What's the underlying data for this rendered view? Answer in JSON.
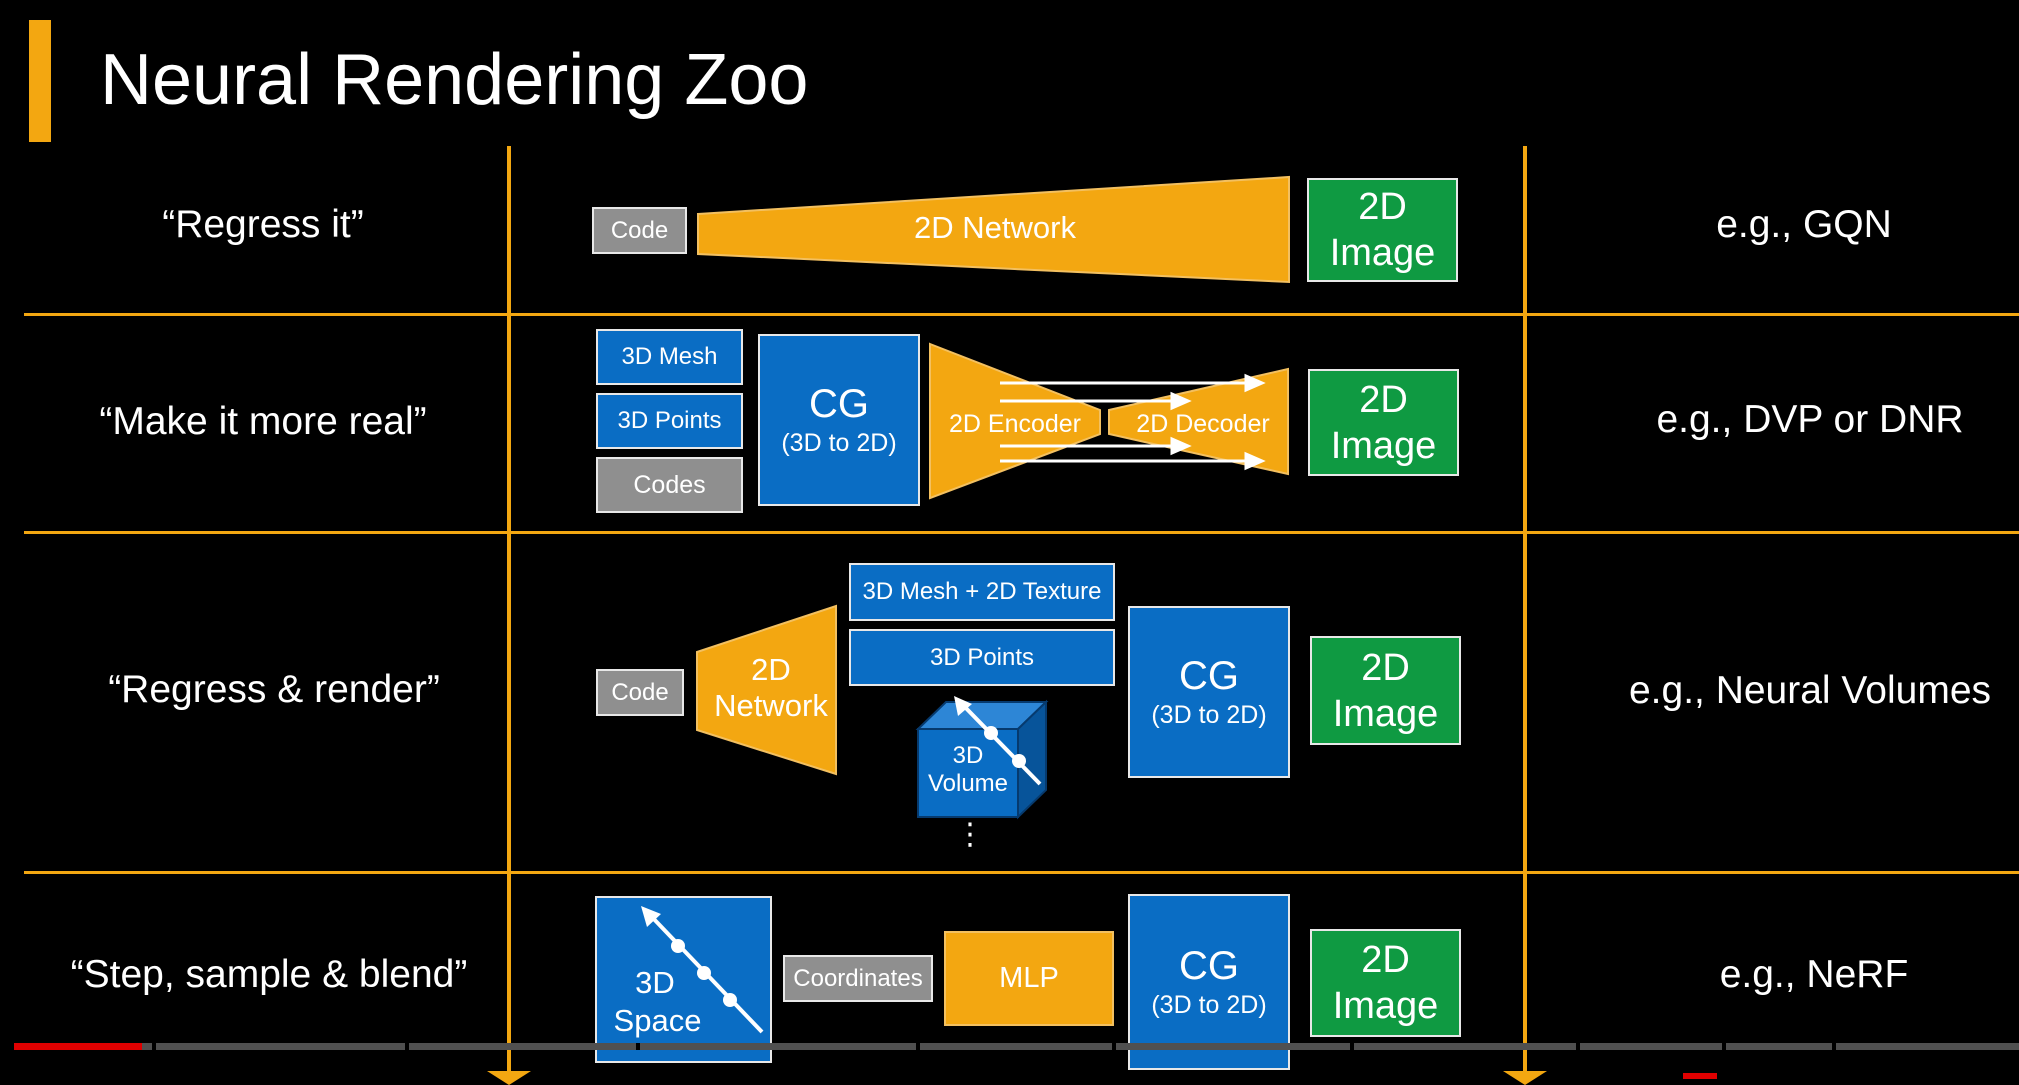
{
  "title": "Neural Rendering Zoo",
  "colors": {
    "accent": "#f3a711",
    "blue": "#0a6dc4",
    "green": "#0f9a42",
    "gray": "#8f8f8f",
    "progress": "#e00000"
  },
  "rows": [
    {
      "label": "“Regress it”",
      "example": "e.g., GQN",
      "code": "Code",
      "network": "2D Network",
      "image": [
        "2D",
        "Image"
      ]
    },
    {
      "label": "“Make it more real”",
      "example": "e.g., DVP or DNR",
      "inputs": [
        "3D Mesh",
        "3D Points",
        "Codes"
      ],
      "cg": [
        "CG",
        "(3D to 2D)"
      ],
      "encoder": "2D Encoder",
      "decoder": "2D Decoder",
      "image": [
        "2D",
        "Image"
      ]
    },
    {
      "label": "“Regress & render”",
      "example": "e.g., Neural Volumes",
      "code": "Code",
      "network": [
        "2D",
        "Network"
      ],
      "outputs": [
        "3D Mesh + 2D Texture",
        "3D Points"
      ],
      "volume": [
        "3D",
        "Volume"
      ],
      "ellipsis": "⋮",
      "cg": [
        "CG",
        "(3D to 2D)"
      ],
      "image": [
        "2D",
        "Image"
      ]
    },
    {
      "label": "“Step, sample & blend”",
      "example": "e.g., NeRF",
      "space": [
        "3D",
        "Space"
      ],
      "coords": "Coordinates",
      "mlp": "MLP",
      "cg": [
        "CG",
        "(3D to 2D)"
      ],
      "image": [
        "2D",
        "Image"
      ]
    }
  ],
  "progress": {
    "played_fraction": 0.064
  }
}
